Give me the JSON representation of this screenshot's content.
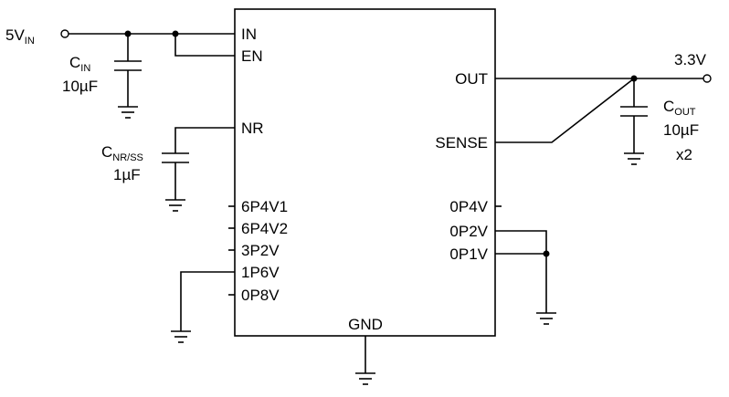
{
  "ic": {
    "pins_left": {
      "in": "IN",
      "en": "EN",
      "nr": "NR",
      "p6p4v1": "6P4V1",
      "p6p4v2": "6P4V2",
      "p3p2v": "3P2V",
      "p1p6v": "1P6V",
      "p0p8v": "0P8V"
    },
    "pins_right": {
      "out": "OUT",
      "sense": "SENSE",
      "p0p4v": "0P4V",
      "p0p2v": "0P2V",
      "p0p1v": "0P1V"
    },
    "pin_bottom": {
      "gnd": "GND"
    }
  },
  "input": {
    "main": "5V",
    "sub": "IN"
  },
  "output": {
    "label": "3.3V"
  },
  "c_in": {
    "main": "C",
    "sub": "IN",
    "value": "10µF"
  },
  "c_nr": {
    "main": "C",
    "sub": "NR/SS",
    "value": "1µF"
  },
  "c_out": {
    "main": "C",
    "sub": "OUT",
    "value": "10µF",
    "count": "x2"
  }
}
